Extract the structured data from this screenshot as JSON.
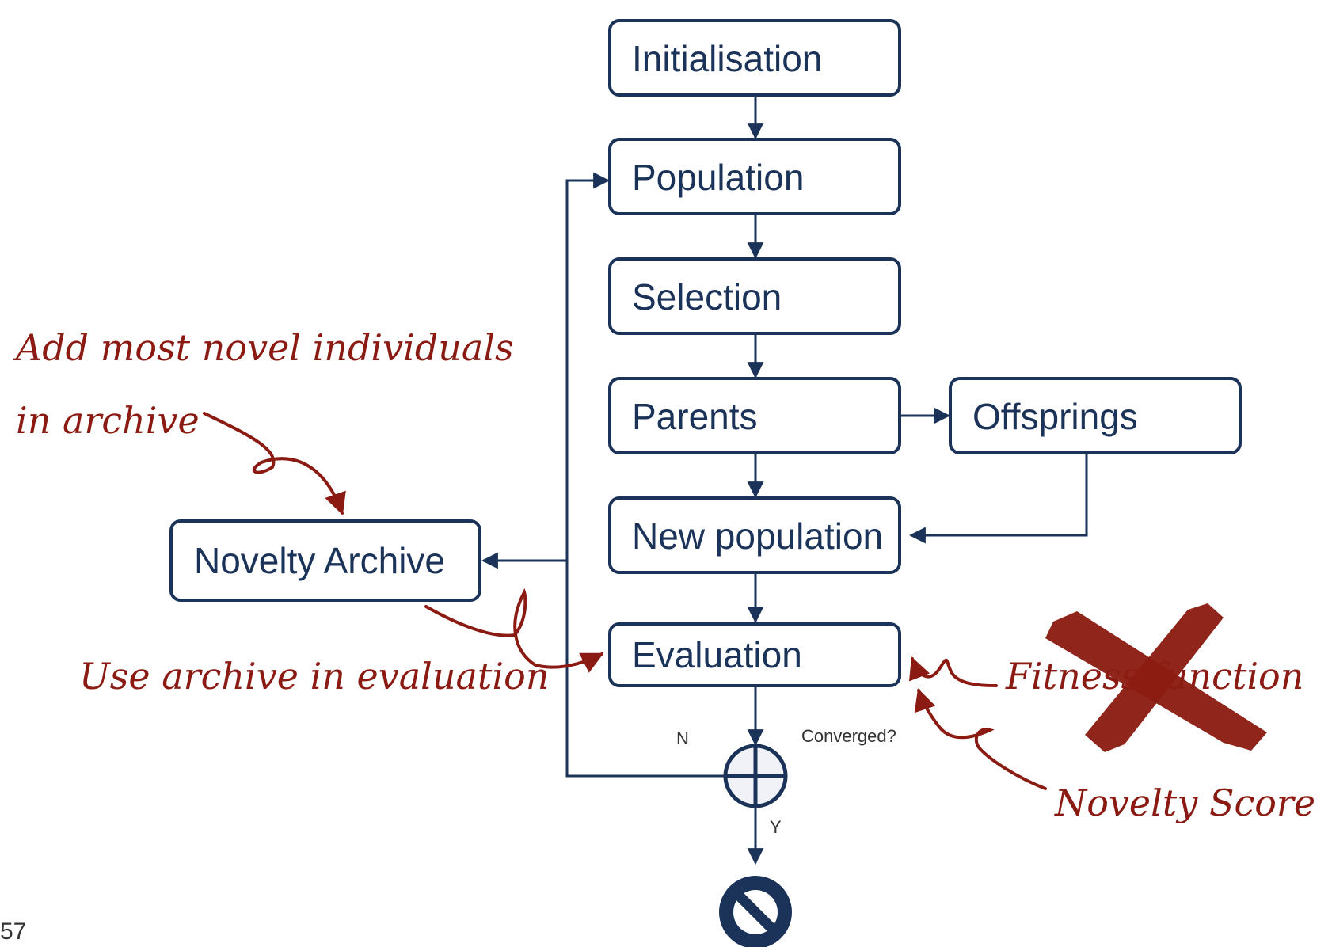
{
  "colors": {
    "box_stroke": "#1b3358",
    "box_fill": "#ffffff",
    "annotation": "#8a1a12",
    "cross_fill": "#8b1c12"
  },
  "nodes": {
    "initialisation": "Initialisation",
    "population": "Population",
    "selection": "Selection",
    "parents": "Parents",
    "offsprings": "Offsprings",
    "new_population": "New population",
    "evaluation": "Evaluation",
    "novelty_archive": "Novelty Archive"
  },
  "decision": {
    "label": "Converged?",
    "no_label": "N",
    "yes_label": "Y",
    "icon": "crossed-circle-junction"
  },
  "end": {
    "icon": "stop-icon"
  },
  "annotations": {
    "add_line1": "Add most novel individuals",
    "add_line2": "in archive",
    "use_archive": "Use archive in evaluation",
    "fitness_function": "Fitness function",
    "novelty_score": "Novelty Score"
  },
  "page_number": "57"
}
